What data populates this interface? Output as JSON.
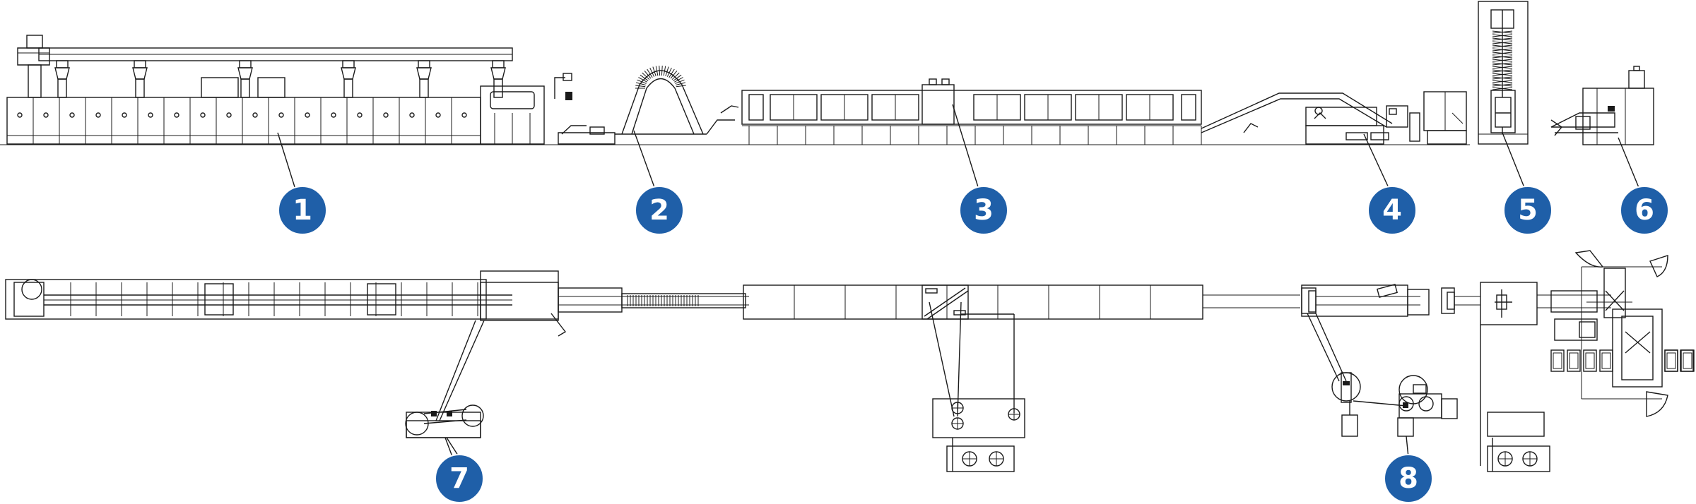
{
  "colors": {
    "badge": "#1f5fa8",
    "line": "#1a1a1a",
    "background": "#ffffff"
  },
  "callouts": [
    {
      "id": "1",
      "label": "1"
    },
    {
      "id": "2",
      "label": "2"
    },
    {
      "id": "3",
      "label": "3"
    },
    {
      "id": "4",
      "label": "4"
    },
    {
      "id": "5",
      "label": "5"
    },
    {
      "id": "6",
      "label": "6"
    },
    {
      "id": "7",
      "label": "7"
    },
    {
      "id": "8",
      "label": "8"
    }
  ]
}
